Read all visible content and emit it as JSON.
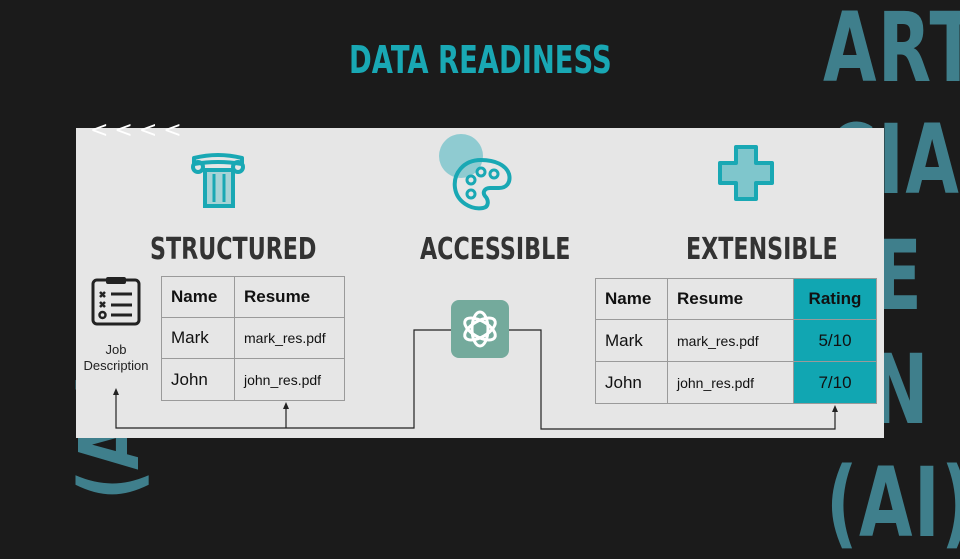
{
  "background_words": {
    "right": [
      "ARTI",
      "CIAL",
      "TE",
      "EN",
      "(AI)"
    ],
    "left_vertical": "(AI)"
  },
  "title": "DATA READINESS",
  "chevrons": "<<<<",
  "sections": {
    "structured": "STRUCTURED",
    "accessible": "ACCESSIBLE",
    "extensible": "EXTENSIBLE"
  },
  "job_description": {
    "line1": "Job",
    "line2": "Description"
  },
  "structured_table": {
    "headers": [
      "Name",
      "Resume"
    ],
    "rows": [
      [
        "Mark",
        "mark_res.pdf"
      ],
      [
        "John",
        "john_res.pdf"
      ]
    ]
  },
  "extensible_table": {
    "headers": [
      "Name",
      "Resume",
      "Rating"
    ],
    "rows": [
      [
        "Mark",
        "mark_res.pdf",
        "5/10"
      ],
      [
        "John",
        "john_res.pdf",
        "7/10"
      ]
    ]
  },
  "colors": {
    "accent": "#11a6b2",
    "title": "#19a8b4",
    "background_text": "#3f7f8c",
    "panel": "#e6e6e6",
    "chatgpt_logo_bg": "#74aa9c"
  },
  "icons": [
    "pillar-icon",
    "palette-icon",
    "plus-icon",
    "checklist-icon",
    "chatgpt-logo-icon",
    "arrow-up-icon"
  ]
}
